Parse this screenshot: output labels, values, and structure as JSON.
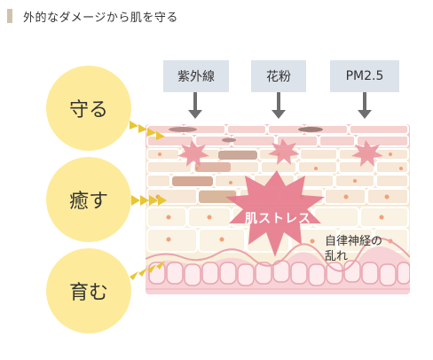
{
  "header": {
    "title": "外的なダメージから肌を守る"
  },
  "stressors": [
    {
      "label": "紫外線"
    },
    {
      "label": "花粉"
    },
    {
      "label": "PM2.5"
    }
  ],
  "functions": [
    {
      "label": "守る"
    },
    {
      "label": "癒す"
    },
    {
      "label": "育む"
    }
  ],
  "skin": {
    "stress_label": "肌ストレス",
    "nerve_label_line1": "自律神経の",
    "nerve_label_line2": "乱れ"
  },
  "colors": {
    "circle_fill": "#fdeb9b",
    "chevron": "#e8c632",
    "label_box": "#dde3ea",
    "arrow": "#6e6e6e",
    "stress_burst": "#e6798c",
    "top_layer": "#f2c6c3",
    "mid_layer": "#f6e4cf",
    "base_layer": "#f9efd9",
    "basal_cell": "#fbe1e2"
  }
}
